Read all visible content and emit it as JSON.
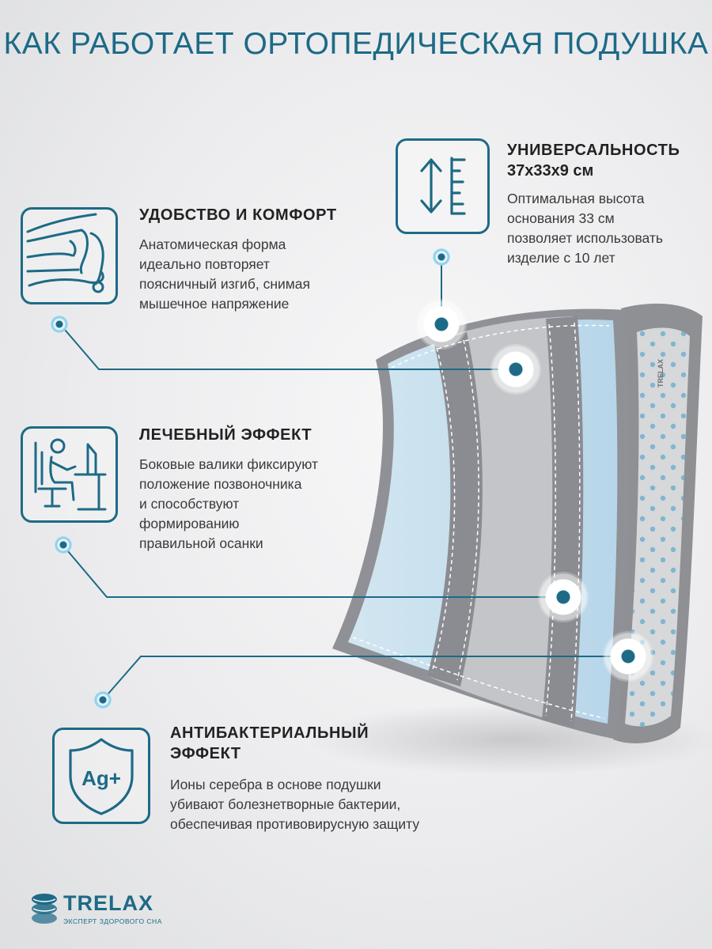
{
  "title": "КАК РАБОТАЕТ ОРТОПЕДИЧЕСКАЯ ПОДУШКА",
  "features": {
    "comfort": {
      "title": "УДОБСТВО И КОМФОРТ",
      "lines": [
        "Анатомическая форма",
        "идеально повторяет",
        "поясничный изгиб, снимая",
        "мышечное напряжение"
      ],
      "icon": "car-seat-icon"
    },
    "universal": {
      "title": "УНИВЕРСАЛЬНОСТЬ",
      "subtitle": "37x33x9 см",
      "lines": [
        "Оптимальная высота",
        "основания 33 см",
        "позволяет использовать",
        "изделие с 10 лет"
      ],
      "icon": "height-ruler-icon"
    },
    "therapy": {
      "title": "ЛЕЧЕБНЫЙ ЭФФЕКТ",
      "lines": [
        "Боковые валики фиксируют",
        "положение позвоночника",
        "и способствуют",
        "формированию",
        "правильной осанки"
      ],
      "icon": "person-at-desk-icon"
    },
    "antibacterial": {
      "title_line1": "АНТИБАКТЕРИАЛЬНЫЙ",
      "title_line2": "ЭФФЕКТ",
      "lines": [
        "Ионы серебра в основе подушки",
        "убивают болезнетворные бактерии,",
        "обеспечивая противовирусную защиту"
      ],
      "icon_text": "Ag+",
      "icon": "silver-shield-icon"
    }
  },
  "product": {
    "side_label": "TRELAX"
  },
  "brand": {
    "name": "TRELAX",
    "tagline": "ЭКСПЕРТ ЗДОРОВОГО СНА"
  },
  "colors": {
    "accent": "#1d6a86",
    "pillow_blue": "#bcd9ea",
    "pillow_grey": "#c9c9cb",
    "stripe_grey": "#8e9094"
  }
}
